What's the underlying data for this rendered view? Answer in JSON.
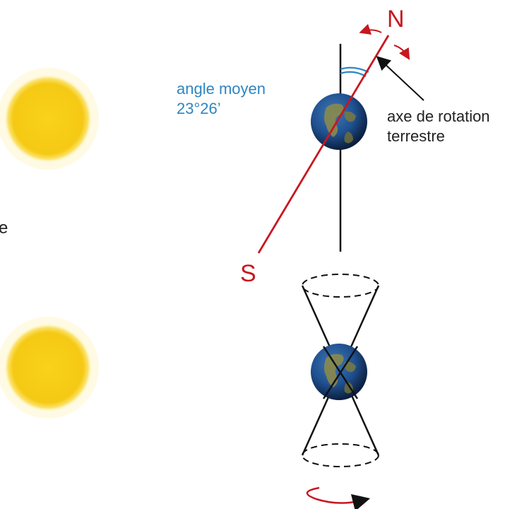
{
  "labels": {
    "north": "N",
    "south": "S",
    "angle_line1": "angle moyen",
    "angle_line2": "23°26’",
    "axis_line1": "axe de rotation",
    "axis_line2": "terrestre",
    "cut_left_char": "e"
  },
  "colors": {
    "axis_red": "#c8171e",
    "angle_blue": "#2e86c1",
    "text_dark": "#222222",
    "line_black": "#111111",
    "sun_core": "#f6cf1c",
    "sun_glow": "#fff3a6"
  },
  "icons": {
    "earth_top": "earth-globe-icon",
    "earth_bottom": "earth-globe-icon",
    "sun_top": "sun-icon",
    "sun_bottom": "sun-icon"
  }
}
